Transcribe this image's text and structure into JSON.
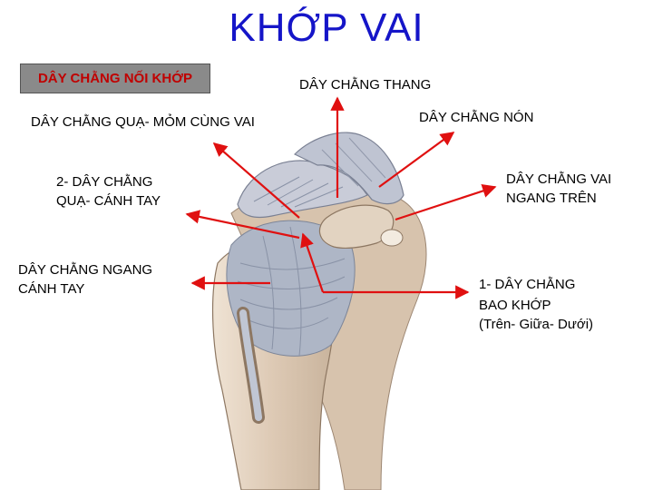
{
  "title": "KHỚP VAI",
  "labels": {
    "box": "DÂY CHẰNG NỐI KHỚP",
    "thang": "DÂY CHẰNG THANG",
    "qua_mom": "DÂY CHẰNG QUẠ- MỎM CÙNG VAI",
    "non": "DÂY CHẰNG NÓN",
    "qua_canh_line1": "2- DÂY CHẰNG",
    "qua_canh_line2": "QUẠ- CÁNH TAY",
    "vai_ngang_line1": "DÂY CHẰNG VAI",
    "vai_ngang_line2": "NGANG TRÊN",
    "ngang_canh_line1": "DÂY CHẰNG NGANG",
    "ngang_canh_line2": "CÁNH TAY",
    "bao_khop_line1": "1- DÂY CHẰNG",
    "bao_khop_line2": "BAO KHỚP",
    "bao_khop_line3": "(Trên- Giữa- Dưới)"
  },
  "colors": {
    "title": "#1515c8",
    "arrow": "#e01010",
    "box_text": "#c00000",
    "box_bg": "#8a8a8a",
    "bone": "#ddd0c2",
    "ligament": "#a7b0c2",
    "tendon": "#c98a5e"
  }
}
